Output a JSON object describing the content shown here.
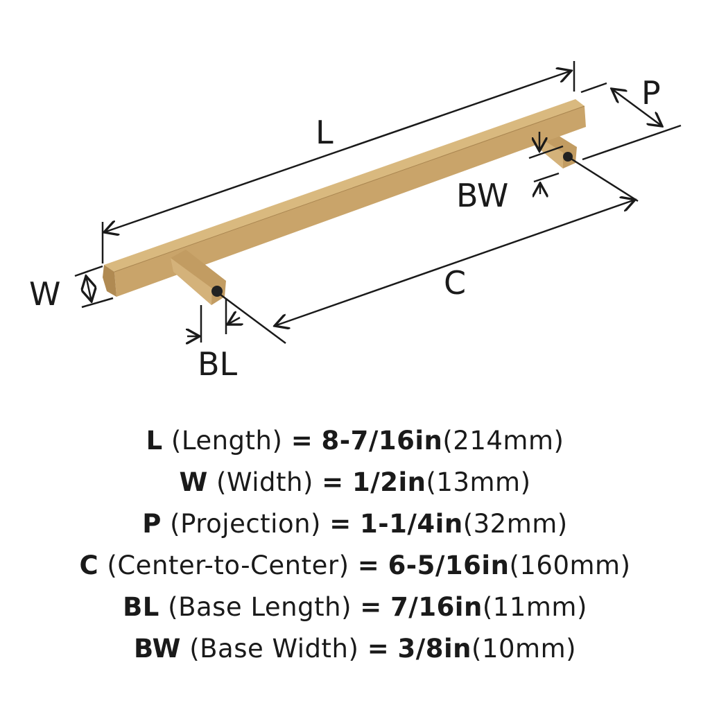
{
  "diagram": {
    "labels": {
      "L": "L",
      "P": "P",
      "BW": "BW",
      "W": "W",
      "C": "C",
      "BL": "BL"
    },
    "colors": {
      "finish": "#c9a46a",
      "finish_dark": "#b08a52",
      "finish_light": "#d9b97f",
      "line": "#1a1a1a"
    }
  },
  "specs": [
    {
      "key": "L",
      "desc": "(Length)",
      "eq": "=",
      "imperial": "8-7/16in",
      "metric": "(214mm)"
    },
    {
      "key": "W",
      "desc": "(Width)",
      "eq": "=",
      "imperial": "1/2in",
      "metric": "(13mm)"
    },
    {
      "key": "P",
      "desc": "(Projection)",
      "eq": "=",
      "imperial": "1-1/4in",
      "metric": "(32mm)"
    },
    {
      "key": "C",
      "desc": "(Center-to-Center)",
      "eq": "=",
      "imperial": "6-5/16in",
      "metric": "(160mm)"
    },
    {
      "key": "BL",
      "desc": "(Base Length)",
      "eq": "=",
      "imperial": "7/16in",
      "metric": "(11mm)"
    },
    {
      "key": "BW",
      "desc": "(Base Width)",
      "eq": "=",
      "imperial": "3/8in",
      "metric": "(10mm)"
    }
  ]
}
